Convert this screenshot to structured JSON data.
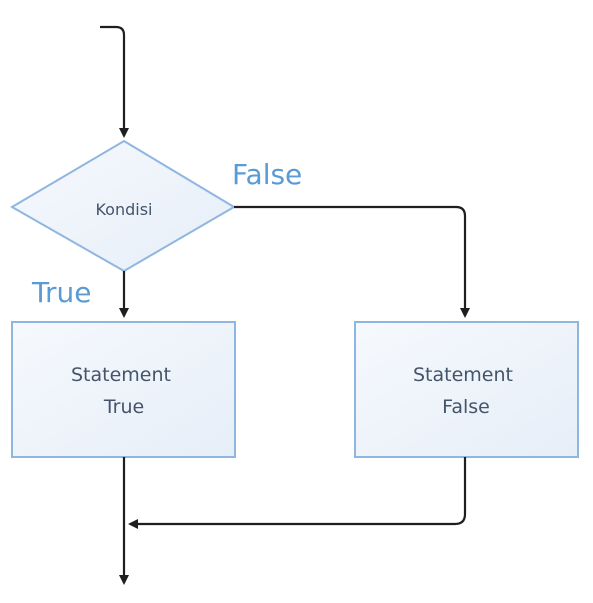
{
  "colors": {
    "shape_fill": "#eef3fa",
    "shape_stroke": "#8fb6e0",
    "arrow": "#1f1f1f",
    "node_text": "#44546a",
    "branch_label": "#5b9bd5"
  },
  "nodes": {
    "decision": {
      "label": "Kondisi"
    },
    "true_box": {
      "line1": "Statement",
      "line2": "True"
    },
    "false_box": {
      "line1": "Statement",
      "line2": "False"
    }
  },
  "branch_labels": {
    "false": "False",
    "true": "True"
  }
}
